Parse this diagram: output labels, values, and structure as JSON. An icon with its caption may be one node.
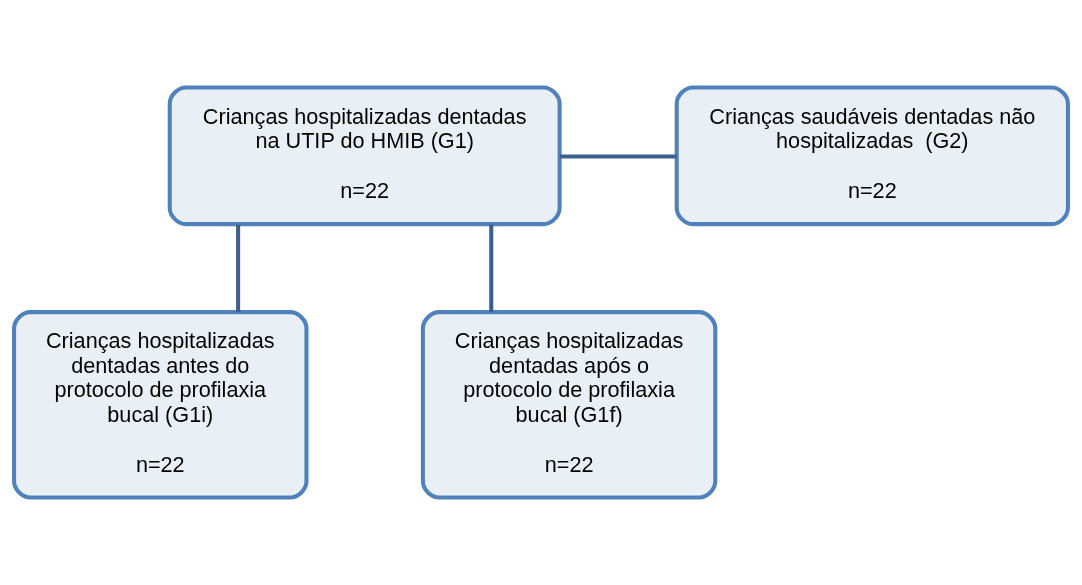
{
  "diagram": {
    "nodes": [
      {
        "text": [
          "Crianças hospitalizadas dentadas na UTIP do HMIB (G1)",
          "n=22"
        ]
      },
      {
        "text": [
          "Crianças saudáveis dentadas não hospitalizadas  (G2)",
          "n=22"
        ]
      },
      {
        "text": [
          "Crianças hospitalizadas dentadas antes do protocolo de profilaxia bucal (G1i)",
          "n=22"
        ]
      },
      {
        "text": [
          "Crianças hospitalizadas dentadas após o protocolo de profilaxia bucal (G1f)",
          "n=22"
        ]
      }
    ],
    "edges": [
      {
        "from": 0,
        "to": 1,
        "arrow": "none"
      },
      {
        "from": 0,
        "to": 2,
        "arrow": "none"
      },
      {
        "from": 0,
        "to": 3,
        "arrow": "none"
      }
    ]
  }
}
